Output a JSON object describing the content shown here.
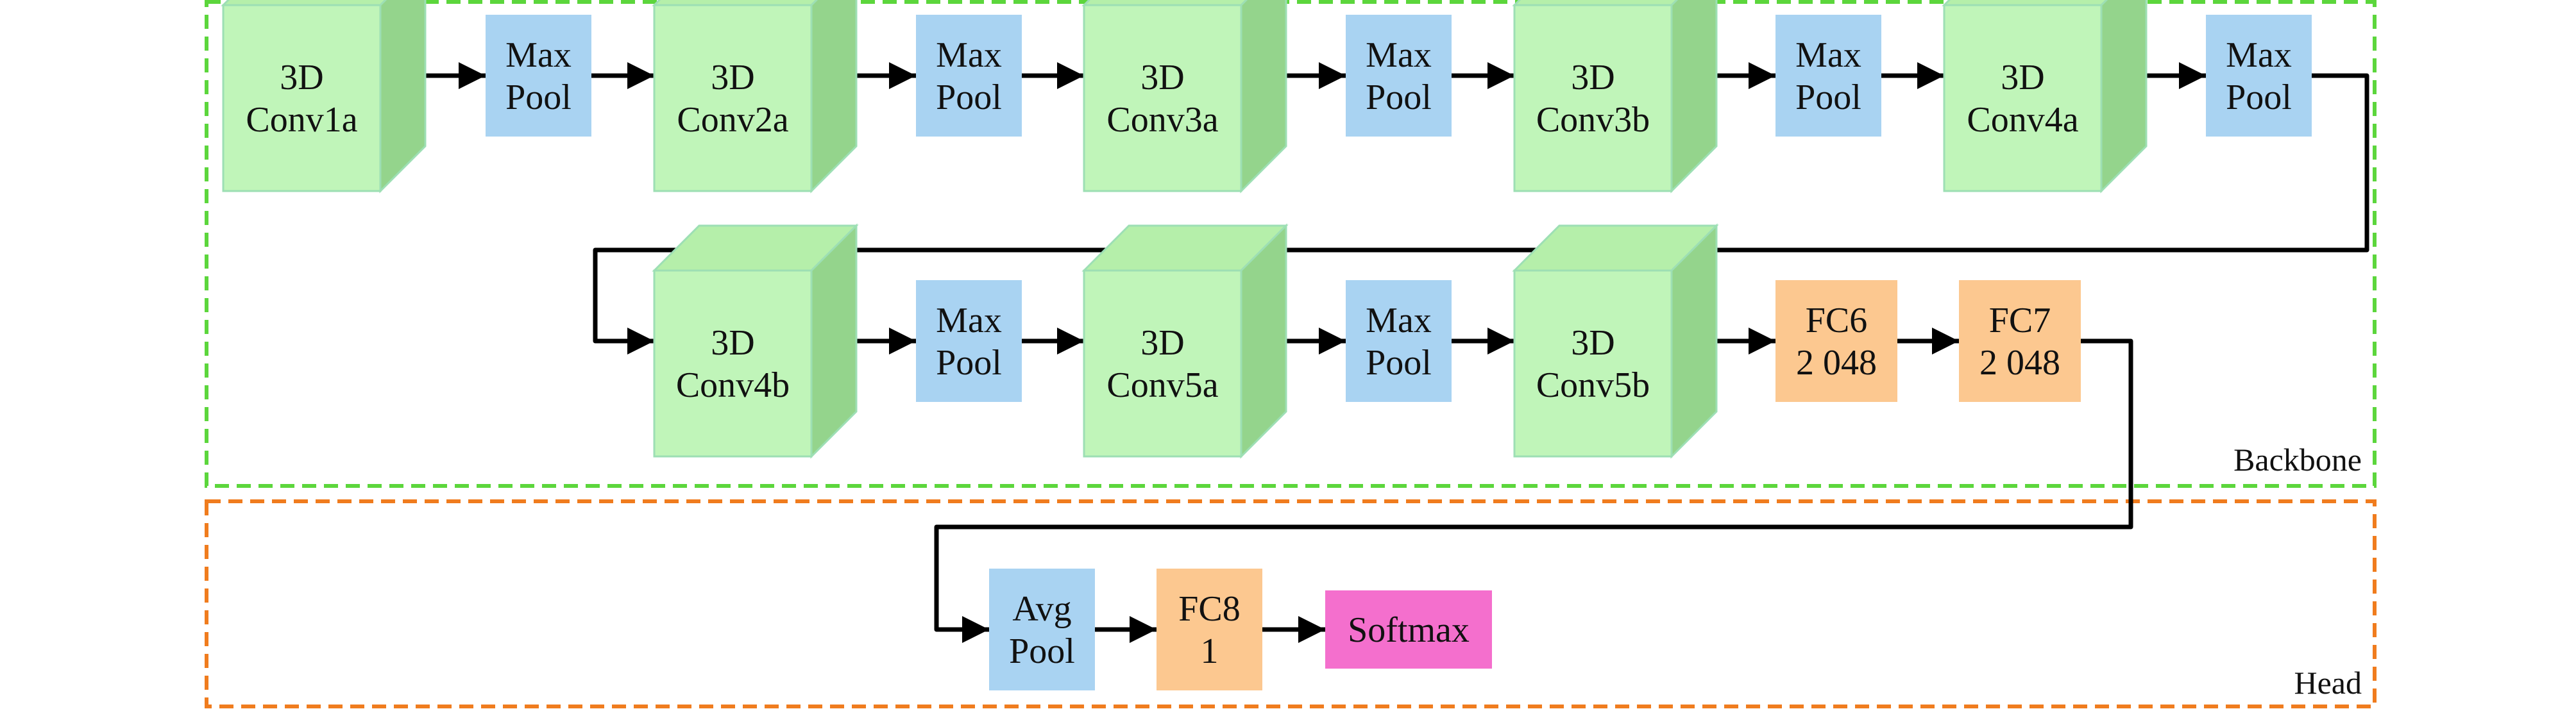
{
  "groups": {
    "backbone": {
      "label": "Backbone",
      "color": "#5cd63c"
    },
    "head": {
      "label": "Head",
      "color": "#f07c1e"
    }
  },
  "colors": {
    "conv_front": "#c0f5b9",
    "conv_top": "#b5efaa",
    "conv_side": "#94d48c",
    "conv_edge": "#9ddfb4",
    "pool": "#a9d3f2",
    "fc": "#fcc890",
    "softmax": "#f46fcd",
    "arrow": "#000000"
  },
  "nodes": {
    "conv1a": {
      "kind": "conv",
      "lines": [
        "3D",
        "Conv1a"
      ]
    },
    "pool1": {
      "kind": "pool",
      "lines": [
        "Max",
        "Pool"
      ]
    },
    "conv2a": {
      "kind": "conv",
      "lines": [
        "3D",
        "Conv2a"
      ]
    },
    "pool2": {
      "kind": "pool",
      "lines": [
        "Max",
        "Pool"
      ]
    },
    "conv3a": {
      "kind": "conv",
      "lines": [
        "3D",
        "Conv3a"
      ]
    },
    "pool3a": {
      "kind": "pool",
      "lines": [
        "Max",
        "Pool"
      ]
    },
    "conv3b": {
      "kind": "conv",
      "lines": [
        "3D",
        "Conv3b"
      ]
    },
    "pool3b": {
      "kind": "pool",
      "lines": [
        "Max",
        "Pool"
      ]
    },
    "conv4a": {
      "kind": "conv",
      "lines": [
        "3D",
        "Conv4a"
      ]
    },
    "pool4a": {
      "kind": "pool",
      "lines": [
        "Max",
        "Pool"
      ]
    },
    "conv4b": {
      "kind": "conv",
      "lines": [
        "3D",
        "Conv4b"
      ]
    },
    "pool4b": {
      "kind": "pool",
      "lines": [
        "Max",
        "Pool"
      ]
    },
    "conv5a": {
      "kind": "conv",
      "lines": [
        "3D",
        "Conv5a"
      ]
    },
    "pool5": {
      "kind": "pool",
      "lines": [
        "Max",
        "Pool"
      ]
    },
    "conv5b": {
      "kind": "conv",
      "lines": [
        "3D",
        "Conv5b"
      ]
    },
    "fc6": {
      "kind": "fc",
      "lines": [
        "FC6",
        "2 048"
      ]
    },
    "fc7": {
      "kind": "fc",
      "lines": [
        "FC7",
        "2 048"
      ]
    },
    "avgpool": {
      "kind": "pool",
      "lines": [
        "Avg",
        "Pool"
      ]
    },
    "fc8": {
      "kind": "fc",
      "lines": [
        "FC8",
        "1"
      ]
    },
    "softmax": {
      "kind": "softmax",
      "lines": [
        "Softmax"
      ]
    }
  },
  "edges": [
    [
      "conv1a",
      "pool1"
    ],
    [
      "pool1",
      "conv2a"
    ],
    [
      "conv2a",
      "pool2"
    ],
    [
      "pool2",
      "conv3a"
    ],
    [
      "conv3a",
      "pool3a"
    ],
    [
      "pool3a",
      "conv3b"
    ],
    [
      "conv3b",
      "pool3b"
    ],
    [
      "pool3b",
      "conv4a"
    ],
    [
      "conv4a",
      "pool4a"
    ],
    [
      "pool4a",
      "conv4b"
    ],
    [
      "conv4b",
      "pool4b"
    ],
    [
      "pool4b",
      "conv5a"
    ],
    [
      "conv5a",
      "pool5"
    ],
    [
      "pool5",
      "conv5b"
    ],
    [
      "conv5b",
      "fc6"
    ],
    [
      "fc6",
      "fc7"
    ],
    [
      "fc7",
      "avgpool"
    ],
    [
      "avgpool",
      "fc8"
    ],
    [
      "fc8",
      "softmax"
    ]
  ]
}
